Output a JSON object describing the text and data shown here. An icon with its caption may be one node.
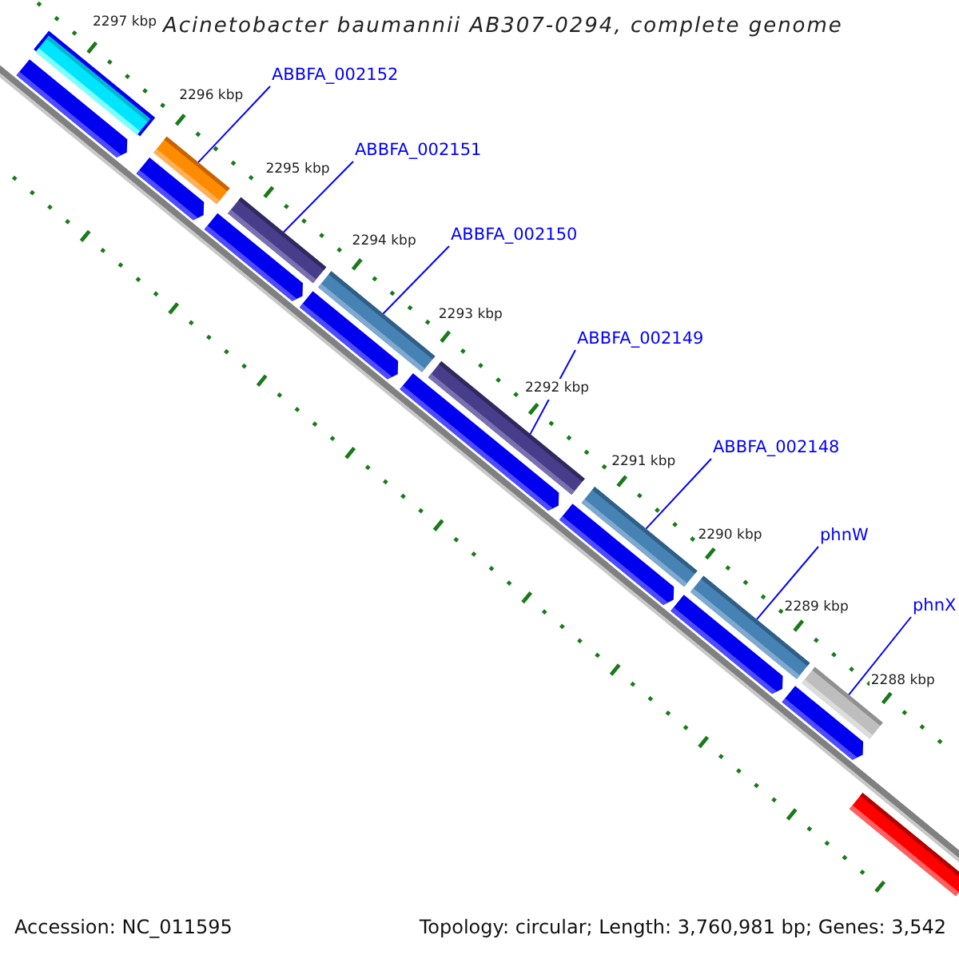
{
  "diagram": {
    "title": "Acinetobacter baumannii AB307-0294, complete genome",
    "nodes": [
      {
        "text": [
          "ABBFA_002152"
        ]
      },
      {
        "text": [
          "ABBFA_002151"
        ]
      },
      {
        "text": [
          "ABBFA_002150"
        ]
      },
      {
        "text": [
          "ABBFA_002149"
        ]
      },
      {
        "text": [
          "ABBFA_002148"
        ]
      },
      {
        "text": [
          "phnW"
        ]
      },
      {
        "text": [
          "phnX"
        ]
      },
      {
        "text": [],
        "shape": "bar"
      },
      {
        "text": [],
        "shape": "bar"
      },
      {
        "text": [],
        "shape": "bar"
      },
      {
        "text": [],
        "shape": "bar"
      },
      {
        "text": [],
        "shape": "bar"
      },
      {
        "text": [],
        "shape": "bar"
      },
      {
        "text": [],
        "shape": "bar"
      },
      {
        "text": [],
        "shape": "bar"
      },
      {
        "text": [],
        "shape": "pentagon"
      },
      {
        "text": [],
        "shape": "pentagon"
      },
      {
        "text": [],
        "shape": "pentagon"
      },
      {
        "text": [],
        "shape": "pentagon"
      },
      {
        "text": [],
        "shape": "pentagon"
      },
      {
        "text": [],
        "shape": "pentagon"
      },
      {
        "text": [],
        "shape": "pentagon"
      },
      {
        "text": [],
        "shape": "pentagon"
      },
      {
        "text": [],
        "shape": "bar"
      }
    ],
    "edges": [
      {
        "from": 0,
        "to": 7,
        "arrow": "none"
      },
      {
        "from": 1,
        "to": 8,
        "arrow": "none"
      },
      {
        "from": 2,
        "to": 9,
        "arrow": "none"
      },
      {
        "from": 3,
        "to": 10,
        "arrow": "none"
      },
      {
        "from": 4,
        "to": 11,
        "arrow": "none"
      },
      {
        "from": 5,
        "to": 12,
        "arrow": "none"
      },
      {
        "from": 6,
        "to": 13,
        "arrow": "none"
      }
    ],
    "labels": [
      "2297 kbp",
      "2296 kbp",
      "2295 kbp",
      "2294 kbp",
      "2293 kbp",
      "2292 kbp",
      "2291 kbp",
      "2290 kbp",
      "2289 kbp",
      "2288 kbp",
      "Accession: NC_011595",
      "Topology: circular; Length: 3,760,981 bp; Genes: 3,542"
    ]
  }
}
